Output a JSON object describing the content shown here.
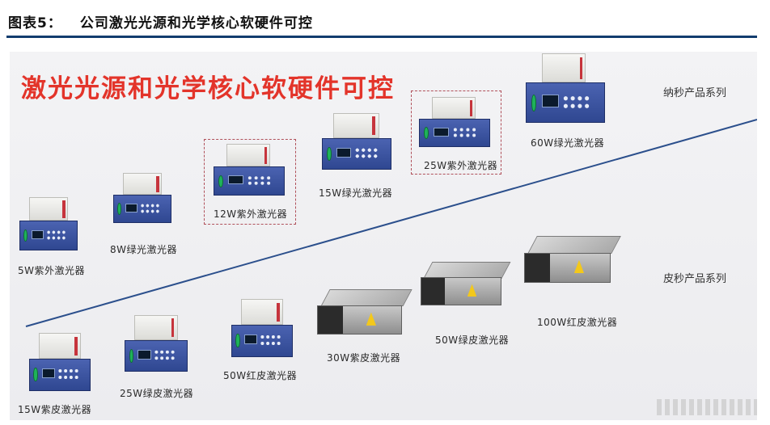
{
  "caption": {
    "figure_no": "图表5：",
    "title": "公司激光光源和光学核心软硬件可控"
  },
  "slide": {
    "title": "激光光源和光学核心软硬件可控",
    "series": [
      "纳秒产品系列",
      "皮秒产品系列"
    ],
    "nanosecond_products": [
      {
        "label": "5W紫外激光器",
        "highlighted": false
      },
      {
        "label": "8W绿光激光器",
        "highlighted": false
      },
      {
        "label": "12W紫外激光器",
        "highlighted": true
      },
      {
        "label": "15W绿光激光器",
        "highlighted": false
      },
      {
        "label": "25W紫外激光器",
        "highlighted": true
      },
      {
        "label": "60W绿光激光器",
        "highlighted": false
      }
    ],
    "picosecond_products": [
      {
        "label": "15W紫皮激光器"
      },
      {
        "label": "25W绿皮激光器"
      },
      {
        "label": "50W红皮激光器"
      },
      {
        "label": "30W紫皮激光器"
      },
      {
        "label": "50W绿皮激光器"
      },
      {
        "label": "100W红皮激光器"
      }
    ]
  }
}
